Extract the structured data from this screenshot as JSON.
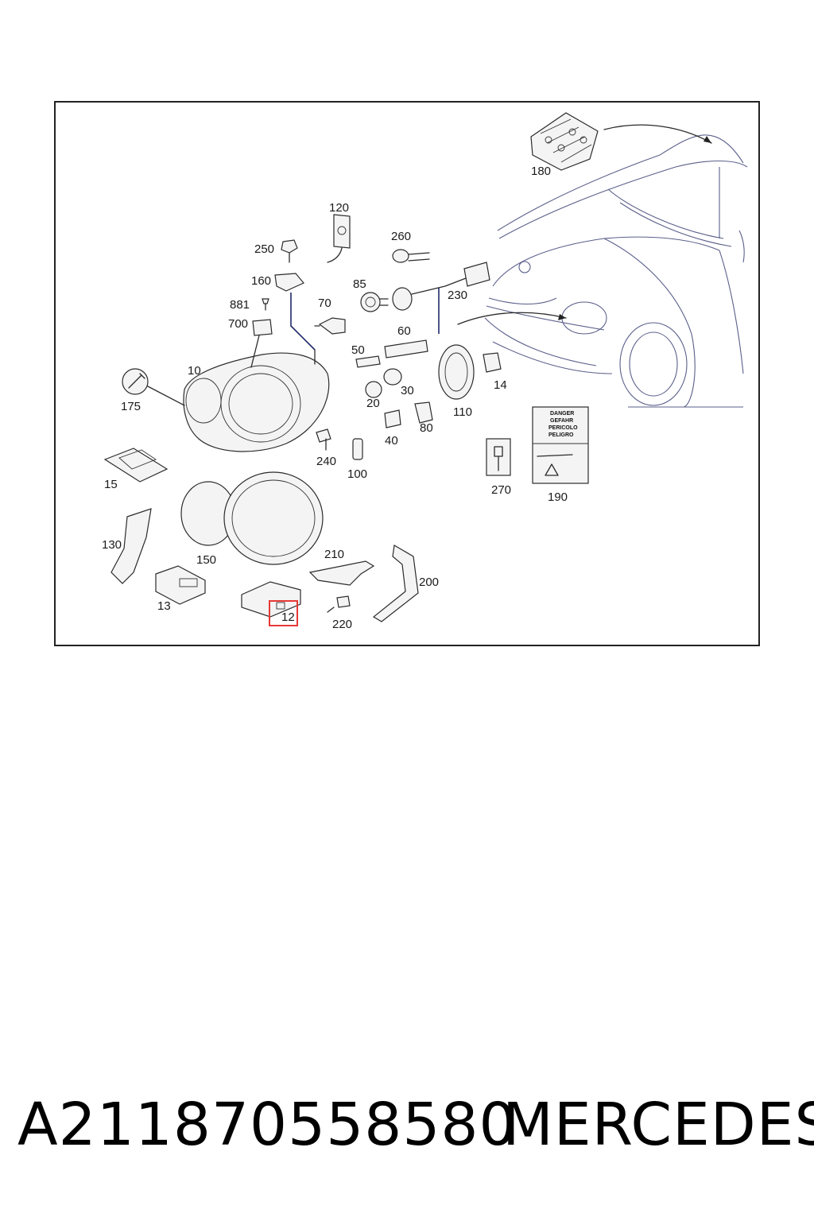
{
  "diagram": {
    "labels": {
      "p10": "10",
      "p12": "12",
      "p13": "13",
      "p14": "14",
      "p15": "15",
      "p20": "20",
      "p30": "30",
      "p40": "40",
      "p50": "50",
      "p60": "60",
      "p70": "70",
      "p80": "80",
      "p85": "85",
      "p100": "100",
      "p110": "110",
      "p120": "120",
      "p130": "130",
      "p150": "150",
      "p160": "160",
      "p175": "175",
      "p180": "180",
      "p190": "190",
      "p200": "200",
      "p210": "210",
      "p220": "220",
      "p230": "230",
      "p240": "240",
      "p250": "250",
      "p260": "260",
      "p270": "270",
      "p700": "700",
      "p881": "881"
    },
    "warning_label": {
      "line1": "DANGER",
      "line2": "GEFAHR",
      "line3": "PERICOLO",
      "line4": "PELIGRO"
    },
    "highlight_color": "#e53935"
  },
  "footer": {
    "part_number": "A211870558580",
    "brand": "MERCEDES"
  }
}
